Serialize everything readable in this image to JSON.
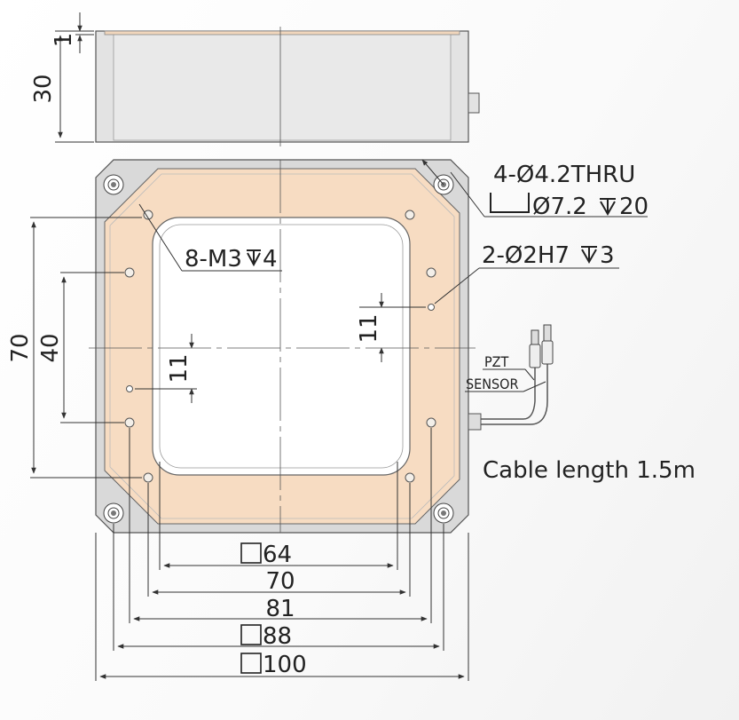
{
  "colors": {
    "stage_face": "#f7dcc2",
    "frame_gray": "#d8d8d8",
    "side_gray": "#e4e4e4",
    "line": "#333333"
  },
  "side_view": {
    "dim_height": "30",
    "dim_top": "1"
  },
  "callouts": {
    "through_holes": "4-Ø4.2THRU",
    "counterbore": "Ø7.2",
    "counterbore_depth": "20",
    "tapped_holes": "8-M3",
    "tapped_depth": "4",
    "pin_holes": "2-Ø2H7",
    "pin_depth": "3"
  },
  "dims_vertical": {
    "outer_holes": "70",
    "inner_holes": "40",
    "pin_offset_right": "11",
    "pin_offset_left": "11"
  },
  "dims_horizontal": {
    "aperture": "64",
    "tapped_pitch": "70",
    "hole_pitch": "81",
    "stage_size": "88",
    "base_size": "100"
  },
  "cables": {
    "pzt_label": "PZT",
    "sensor_label": "SENSOR",
    "cable_length": "Cable length 1.5m"
  },
  "icons": [
    "depth-icon",
    "square-icon",
    "counterbore-icon",
    "connector-icon"
  ]
}
